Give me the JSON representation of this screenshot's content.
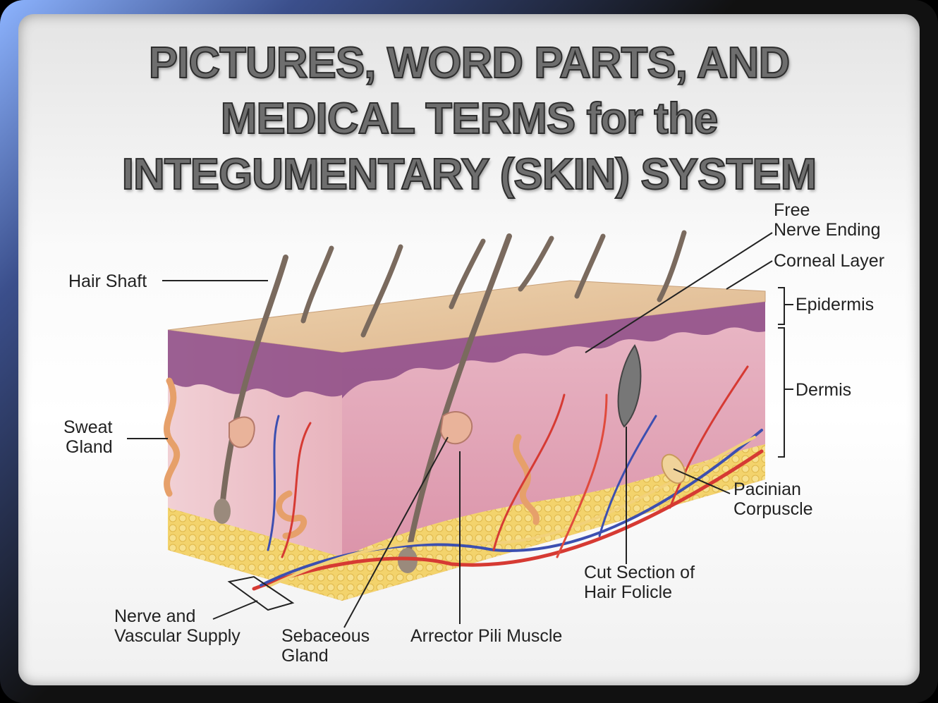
{
  "title": {
    "line1": "PICTURES, WORD PARTS, AND",
    "line2": "MEDICAL TERMS for the",
    "line3": "INTEGUMENTARY (SKIN) SYSTEM"
  },
  "labels": {
    "hair_shaft": "Hair Shaft",
    "free_nerve_1": "Free",
    "free_nerve_2": "Nerve Ending",
    "corneal_layer": "Corneal Layer",
    "epidermis": "Epidermis",
    "dermis": "Dermis",
    "sweat_1": "Sweat",
    "sweat_2": "Gland",
    "pacinian_1": "Pacinian",
    "pacinian_2": "Corpuscle",
    "cut_section_1": "Cut Section of",
    "cut_section_2": "Hair Folicle",
    "nerve_1": "Nerve and",
    "nerve_2": "Vascular Supply",
    "sebaceous_1": "Sebaceous",
    "sebaceous_2": "Gland",
    "arrector": "Arrector Pili Muscle"
  },
  "colors": {
    "frame": "#111111",
    "frame_highlight": "#8db4ff",
    "title_fill": "#6e6e6e",
    "skin_top": "#e7c9a3",
    "dermis": "#e3a6b6",
    "epidermis": "#8c4b86",
    "fat": "#f2cf63"
  }
}
